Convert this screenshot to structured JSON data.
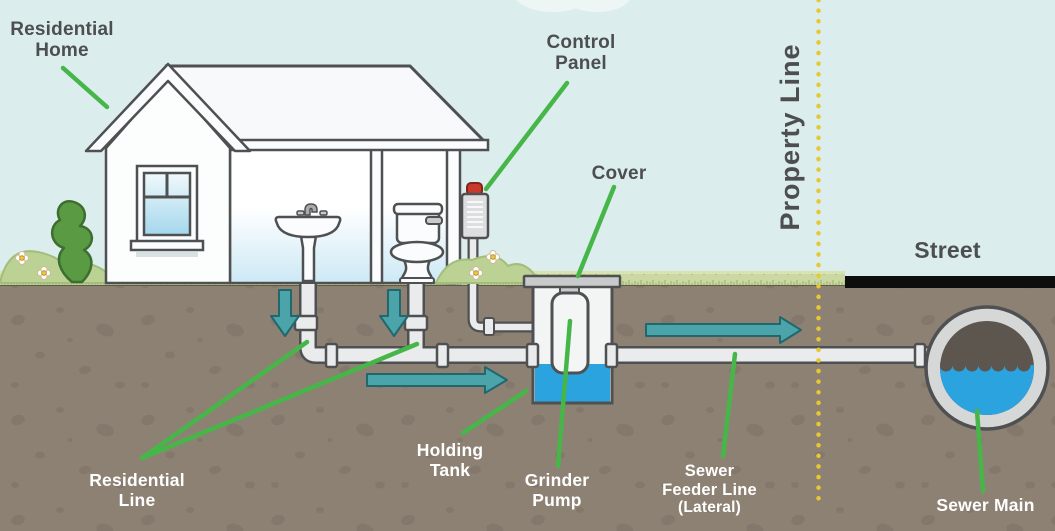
{
  "labels": {
    "residential_home": "Residential Home",
    "control_panel": "Control Panel",
    "cover": "Cover",
    "property_line": "Property Line",
    "street": "Street",
    "residential_line": "Residential Line",
    "holding_tank": "Holding Tank",
    "grinder_pump": "Grinder Pump",
    "sewer_feeder_line": {
      "line1": "Sewer",
      "line2": "Feeder Line",
      "line3": "(Lateral)"
    },
    "sewer_main": "Sewer Main"
  },
  "colors": {
    "sky": "#dcedee",
    "cloud": "#eef6f5",
    "soil": "#8d8174",
    "soil_speckle": "#7a7064",
    "soil_line": "#5f594d",
    "grass": "#cbd8a3",
    "grass_blade": "#a5c172",
    "grass_light": "#dfe9ba",
    "street": "#0e0e0e",
    "ink": "#4f5052",
    "white_fill": "#fbfcfd",
    "pipe": "#e9ebec",
    "metal": "#c8cacb",
    "panel": "#dcdedf",
    "beacon": "#c8392c",
    "beacon_dark": "#7e251c",
    "tank": "#f3f4f4",
    "water": "#2aa3de",
    "sewer_dark": "#5c564e",
    "sewer_ring": "#d6d7d7",
    "arrow": "#4aa4aa",
    "arrow_dark": "#20686d",
    "annotation": "#47b649",
    "property_line": "#e7c832",
    "label_dark": "#4d4e50",
    "label_light": "#ffffff",
    "bush": "#5a9a42",
    "bush_dark": "#3c6e31",
    "mound": "#bcd194",
    "mound_edge": "#a3bd7a",
    "interior_bottom": "#cde9f5",
    "pane": "#a4d7ec"
  }
}
